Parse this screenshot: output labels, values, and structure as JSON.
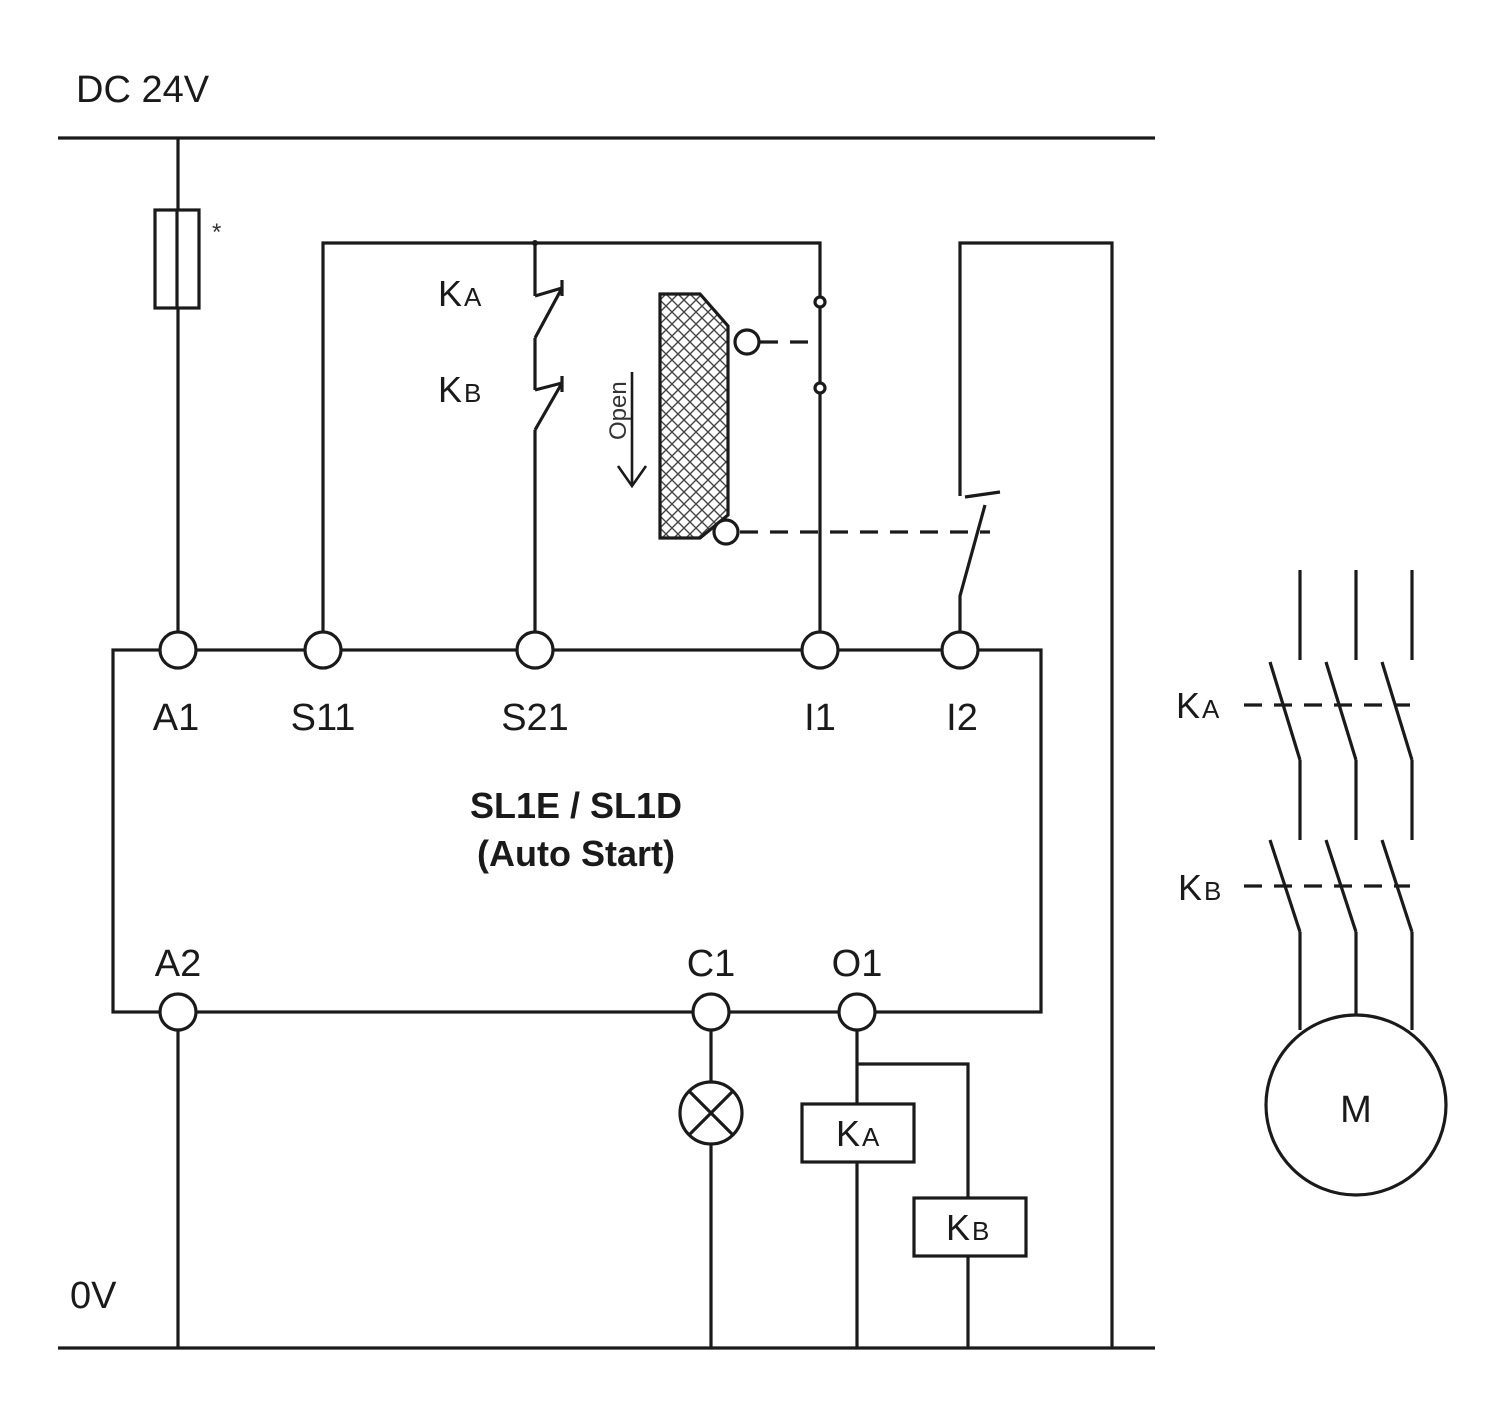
{
  "supply": {
    "positive": "DC 24V",
    "negative": "0V",
    "fuse_mark": "*"
  },
  "module": {
    "name": "SL1E / SL1D",
    "mode": "(Auto Start)"
  },
  "terminals": {
    "a1": "A1",
    "s11": "S11",
    "s21": "S21",
    "i1": "I1",
    "i2": "I2",
    "a2": "A2",
    "c1": "C1",
    "o1": "O1"
  },
  "contactors": {
    "ka": {
      "letter": "K",
      "sub": "A"
    },
    "kb": {
      "letter": "K",
      "sub": "B"
    }
  },
  "guard": {
    "direction": "Open"
  },
  "motor": {
    "label": "M"
  }
}
